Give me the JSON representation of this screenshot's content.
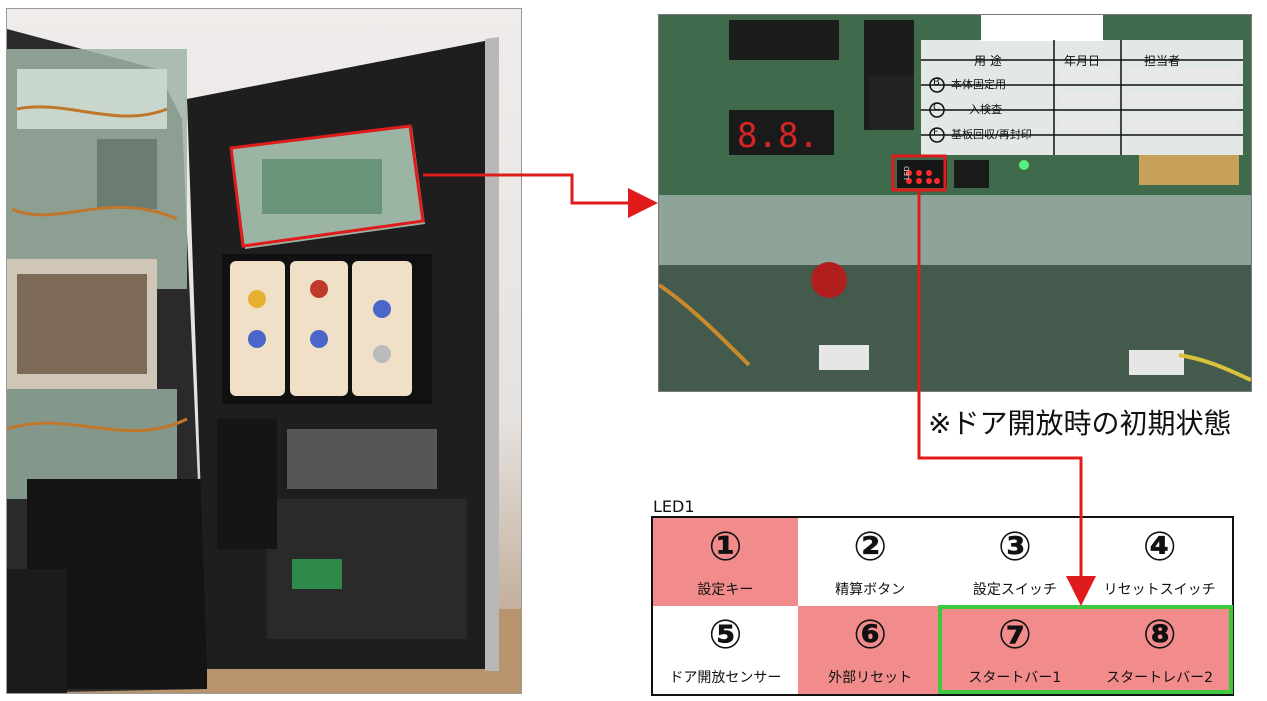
{
  "caption": "※ドア開放時の初期状態",
  "right_photo": {
    "table_header": [
      "用 途",
      "年月日",
      "担当者"
    ],
    "table_rows": [
      {
        "mark": "B",
        "label": "本体固定用"
      },
      {
        "mark": "C",
        "label": "入検査"
      },
      {
        "mark": "F",
        "label": "基板回収/再封印"
      }
    ],
    "led_tag": "LED"
  },
  "led_panel": {
    "title": "LED1",
    "cells": [
      {
        "num": "①",
        "label": "設定キー",
        "state": "on"
      },
      {
        "num": "②",
        "label": "精算ボタン",
        "state": "off"
      },
      {
        "num": "③",
        "label": "設定スイッチ",
        "state": "off"
      },
      {
        "num": "④",
        "label": "リセットスイッチ",
        "state": "off"
      },
      {
        "num": "⑤",
        "label": "ドア開放センサー",
        "state": "off"
      },
      {
        "num": "⑥",
        "label": "外部リセット",
        "state": "on"
      },
      {
        "num": "⑦",
        "label": "スタートバー1",
        "state": "on"
      },
      {
        "num": "⑧",
        "label": "スタートレバー2",
        "state": "on"
      }
    ]
  },
  "colors": {
    "led_on": "#f28c8c",
    "highlight_red": "#e01b1b",
    "highlight_green": "#3ec83e"
  }
}
